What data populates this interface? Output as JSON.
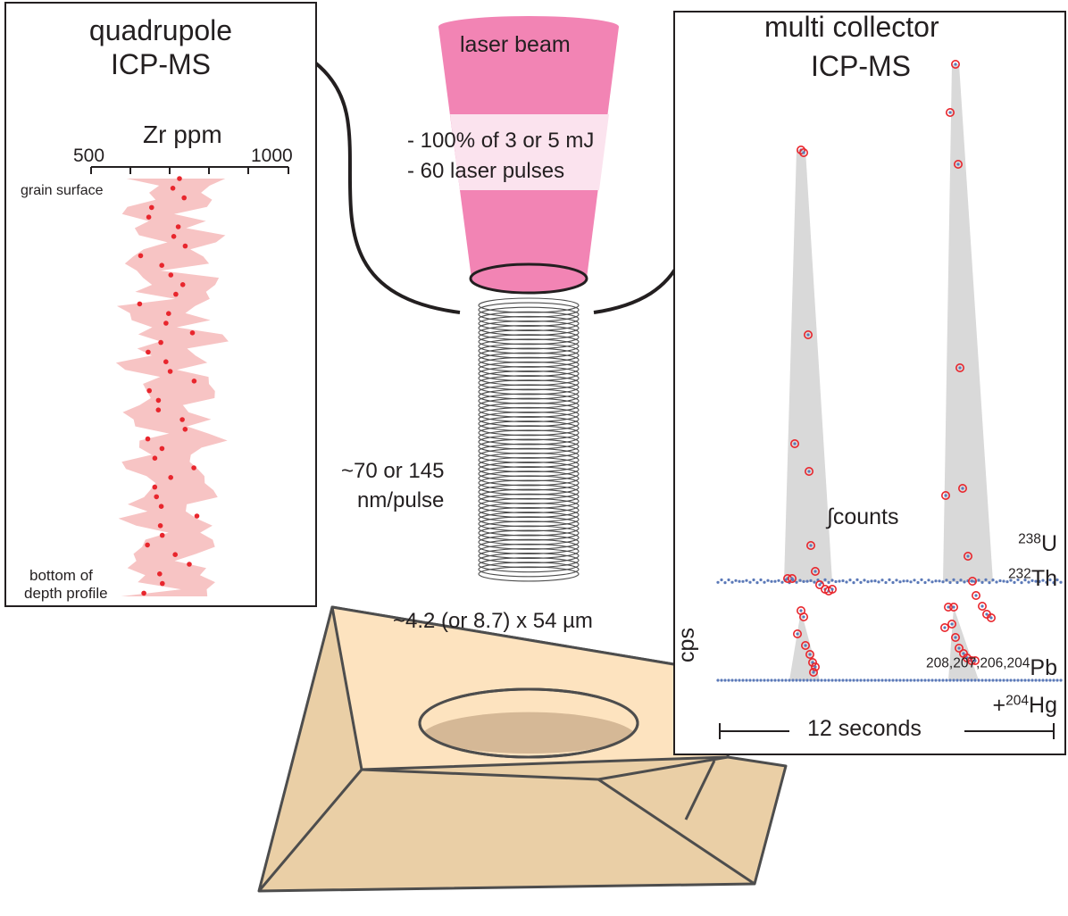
{
  "left_panel": {
    "title_line1": "quadrupole",
    "title_line2": "ICP-MS",
    "axis_title": "Zr ppm",
    "axis_min_label": "500",
    "axis_max_label": "1000",
    "top_label": "grain surface",
    "bottom_label_line1": "bottom of",
    "bottom_label_line2": "depth profile",
    "band_color": "#f7c4c4",
    "point_color": "#e8262d"
  },
  "laser": {
    "label": "laser beam",
    "energy": "- 100% of 3 or 5 mJ",
    "pulses": "- 60 laser pulses",
    "color": "#f284b4"
  },
  "pit": {
    "rate_line1": "~70 or 145",
    "rate_line2": "nm/pulse",
    "dimensions": "~4.2 (or 8.7) x 54 µm",
    "crystal_color": "#eacfa6",
    "crystal_top_color": "#fde3bf"
  },
  "right_panel": {
    "title_line1": "multi collector",
    "title_line2": "ICP-MS",
    "integral_label": "∫counts",
    "u_sup": "238",
    "u_el": "U",
    "th_sup": "232",
    "th_el": "Th",
    "pb_sup": "208,207,206,204",
    "pb_el": "Pb",
    "hg_prefix": "+",
    "hg_sup": "204",
    "hg_el": "Hg",
    "y_label": "cps",
    "time_label": "12 seconds",
    "peak_fill": "#d9d9d9",
    "baseline_color": "#5b79b8",
    "marker_color": "#e8262d"
  }
}
